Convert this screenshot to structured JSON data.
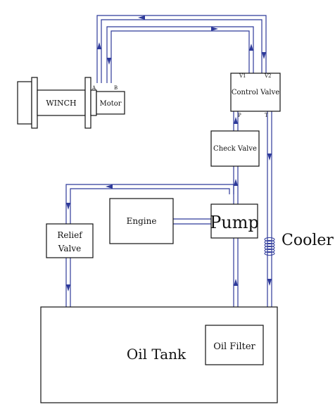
{
  "labels": {
    "winch": "WINCH",
    "motor": "Motor",
    "port_a": "A",
    "port_b": "B",
    "control_valve": "Control Valve",
    "port_v1": "V1",
    "port_v2": "V2",
    "port_p": "P",
    "port_t": "T",
    "check_valve": "Check Valve",
    "engine": "Engine",
    "pump": "Pump",
    "relief_valve_line1": "Relief",
    "relief_valve_line2": "Valve",
    "cooler": "Cooler",
    "oil_tank": "Oil Tank",
    "oil_filter": "Oil Filter"
  },
  "colors": {
    "pipe": "#2e3a9a",
    "outline": "#111111"
  }
}
